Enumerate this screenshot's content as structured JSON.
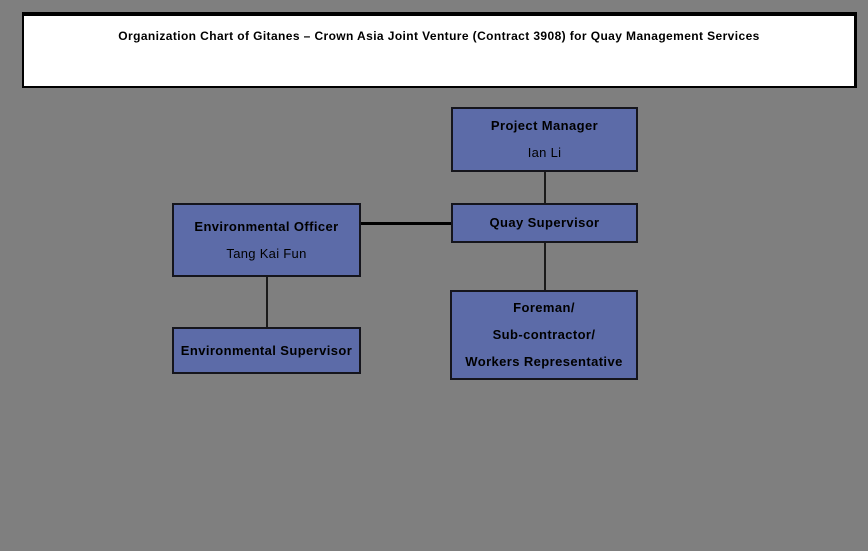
{
  "title": "Organization Chart of Gitanes – Crown Asia Joint Venture (Contract 3908) for Quay Management Services",
  "nodes": {
    "project_manager": {
      "role": "Project Manager",
      "name": "Ian Li"
    },
    "quay_supervisor": {
      "role": "Quay Supervisor"
    },
    "foreman": {
      "line1": "Foreman/",
      "line2": "Sub-contractor/",
      "line3": "Workers Representative"
    },
    "env_officer": {
      "role": "Environmental Officer",
      "name": "Tang Kai Fun"
    },
    "env_supervisor": {
      "role": "Environmental Supervisor"
    }
  },
  "edges": [
    {
      "from": "project_manager",
      "to": "quay_supervisor",
      "type": "vertical"
    },
    {
      "from": "env_officer",
      "to": "quay_supervisor",
      "type": "horizontal"
    },
    {
      "from": "quay_supervisor",
      "to": "foreman",
      "type": "vertical"
    },
    {
      "from": "env_officer",
      "to": "env_supervisor",
      "type": "vertical"
    }
  ],
  "colors": {
    "background": "#7f7f7f",
    "node_fill": "#5c6ba8",
    "node_border": "#15151c",
    "title_background": "#ffffff",
    "title_border": "#000000",
    "connector": "#1a1a1a",
    "text": "#000000"
  }
}
